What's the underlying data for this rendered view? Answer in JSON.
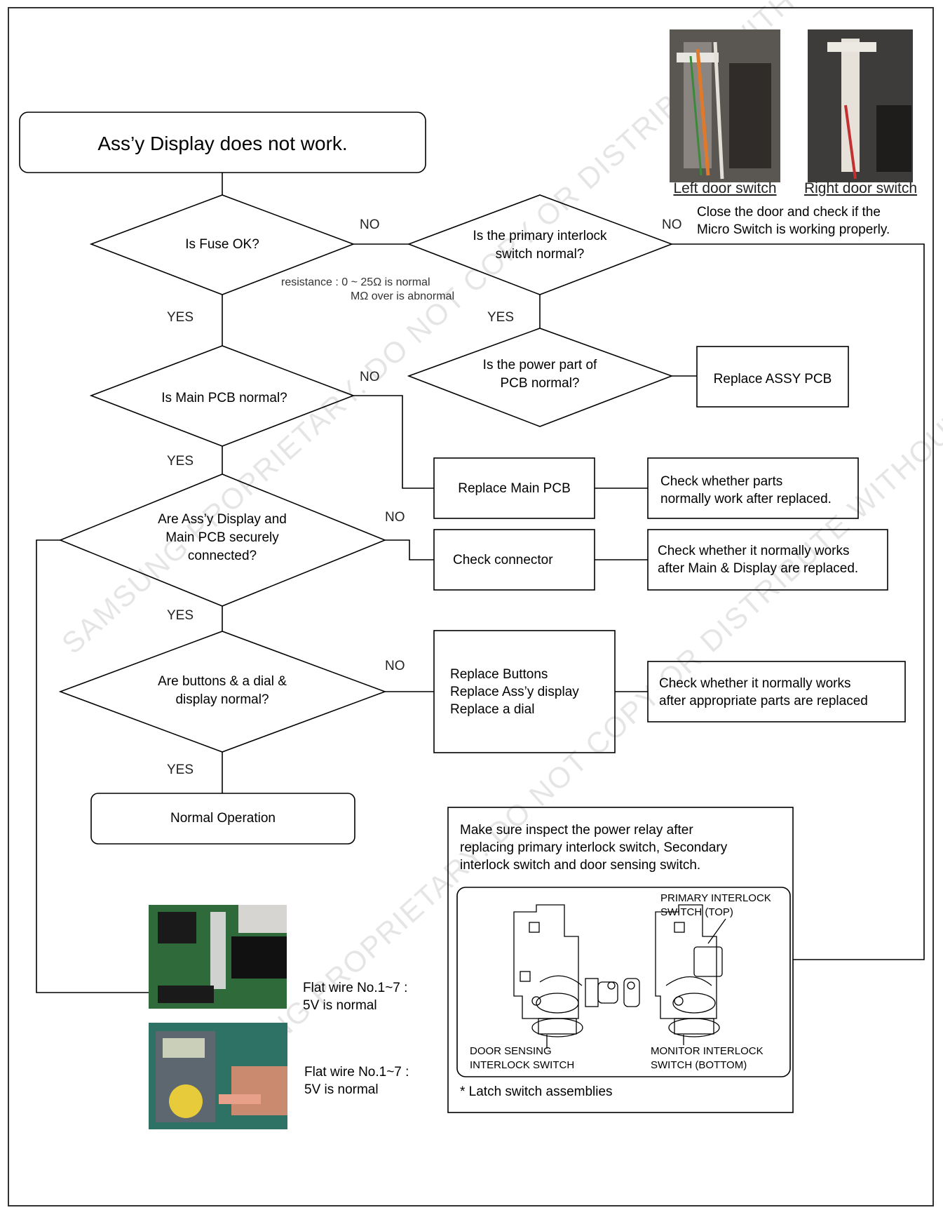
{
  "start": "Ass’y Display does not work.",
  "decisions": {
    "fuse": "Is Fuse OK?",
    "interlock_l1": "Is the primary interlock",
    "interlock_l2": "switch normal?",
    "power_l1": "Is the power part of",
    "power_l2": "PCB normal?",
    "main_pcb": "Is Main PCB normal?",
    "connected_l1": "Are Ass’y Display and",
    "connected_l2": "Main PCB securely",
    "connected_l3": "connected?",
    "buttons_l1": "Are buttons & a dial &",
    "buttons_l2": "display normal?"
  },
  "edges": {
    "yes": "YES",
    "no": "NO"
  },
  "resistance_note_l1": "resistance : 0 ~ 25Ω is normal",
  "resistance_note_l2": "MΩ over is abnormal",
  "micro_switch_note_l1": "Close the door and check if the",
  "micro_switch_note_l2": "Micro Switch is working properly.",
  "photos": {
    "left_door": "Left door switch",
    "right_door": "Right door switch"
  },
  "actions": {
    "replace_assy_pcb": "Replace ASSY PCB",
    "replace_main_pcb": "Replace Main PCB",
    "check_connector": "Check connector",
    "replace_parts_l1": "Replace Buttons",
    "replace_parts_l2": "Replace Ass’y display",
    "replace_parts_l3": "Replace a dial",
    "normal_operation": "Normal Operation"
  },
  "checks": {
    "after_replaced_l1": "Check whether parts",
    "after_replaced_l2": "normally work after replaced.",
    "main_display_l1": "Check whether it normally works",
    "main_display_l2": "after Main & Display are replaced.",
    "appropriate_l1": "Check whether it normally works",
    "appropriate_l2": "after appropriate parts are replaced"
  },
  "flat_wire": {
    "note1_l1": "Flat wire No.1~7 :",
    "note1_l2": "5V is normal",
    "note2_l1": "Flat wire No.1~7 :",
    "note2_l2": "5V is normal"
  },
  "relay_box": {
    "text_l1": "Make sure inspect the power relay after",
    "text_l2": "replacing primary interlock switch, Secondary",
    "text_l3": "interlock switch and door sensing switch.",
    "primary_l1": "PRIMARY INTERLOCK",
    "primary_l2": "SWITCH (TOP)",
    "door_sensing_l1": "DOOR SENSING",
    "door_sensing_l2": "INTERLOCK SWITCH",
    "monitor_l1": "MONITOR INTERLOCK",
    "monitor_l2": "SWITCH (BOTTOM)",
    "footnote": "* Latch switch assemblies"
  },
  "watermark": {
    "line1": "SAMSUNG PROPRIETARY. DO NOT COPY OR DISTRIBUTE WITHOUT PERMISSION",
    "line2": "SAMSUNG PROPRIETARY. DO NOT COPY OR DISTRIBUTE WITHOUT PERMISSION"
  }
}
